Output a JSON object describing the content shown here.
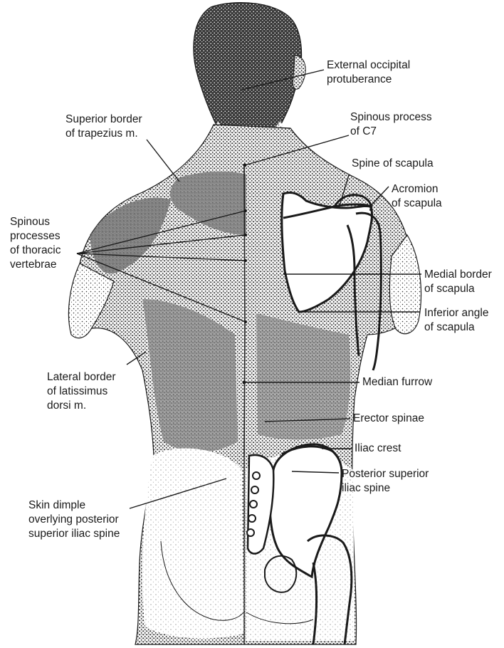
{
  "labels": {
    "external_occipital": [
      "External occipital",
      "protuberance"
    ],
    "superior_trapezius": [
      "Superior border",
      "of trapezius m."
    ],
    "spinous_c7": [
      "Spinous process",
      "of C7"
    ],
    "spine_scapula": [
      "Spine of scapula"
    ],
    "acromion": [
      "Acromion",
      "of scapula"
    ],
    "spinous_thoracic": [
      "Spinous",
      "processes",
      "of thoracic",
      "vertebrae"
    ],
    "medial_border": [
      "Medial border",
      "of scapula"
    ],
    "inferior_angle": [
      "Inferior angle",
      "of scapula"
    ],
    "lateral_latissimus": [
      "Lateral border",
      "of latissimus",
      "dorsi m."
    ],
    "median_furrow": [
      "Median furrow"
    ],
    "erector_spinae": [
      "Erector spinae"
    ],
    "iliac_crest": [
      "Iliac crest"
    ],
    "posterior_superior_iliac": [
      "Posterior superior",
      "iliac spine"
    ],
    "skin_dimple": [
      "Skin dimple",
      "overlying posterior",
      "superior iliac spine"
    ]
  },
  "colors": {
    "ink": "#1a1a1a",
    "background": "#ffffff",
    "shade_dark": "#2b2b2b",
    "shade_mid": "#6e6e6e",
    "shade_light": "#b5b5b5"
  }
}
